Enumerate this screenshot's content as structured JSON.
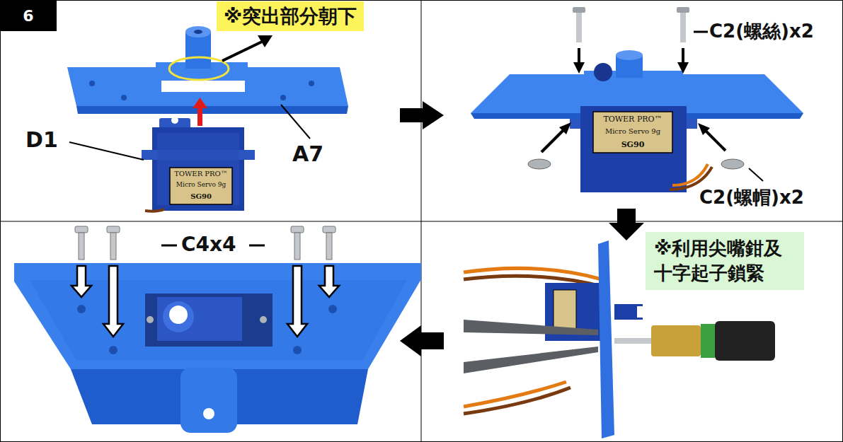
{
  "diagram": {
    "nodes": [
      {
        "text": [
          "6"
        ]
      },
      {
        "text": [
          "※突出部分朝下"
        ]
      },
      {
        "text": [
          "※利用尖嘴鉗及 十字起子鎖緊"
        ]
      }
    ],
    "labels": [
      "D1",
      "A7",
      "C2(螺絲)x2",
      "C2(螺帽)x2",
      "C4x4",
      "TOWER PRO™",
      "Micro Servo 9g",
      "SG90",
      "TOWER PRO™",
      "Micro Servo 9g",
      "SG90"
    ]
  }
}
